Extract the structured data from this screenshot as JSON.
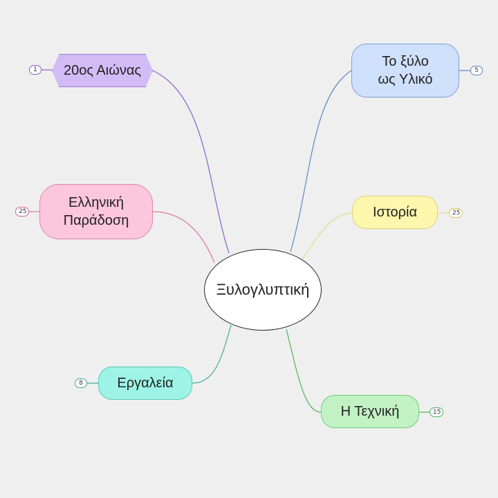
{
  "central": {
    "label": "Ξυλογλυπτική"
  },
  "topics": [
    {
      "id": "20c",
      "label": "20ος Αιώνας",
      "badge": "1",
      "color": "#8e5ac8"
    },
    {
      "id": "wood",
      "label": "Το ξύλο\nως Υλικό",
      "badge": "5",
      "color": "#5d86c4"
    },
    {
      "id": "greek",
      "label": "Ελληνική\nΠαράδοση",
      "badge": "25",
      "color": "#d977a6"
    },
    {
      "id": "history",
      "label": "Ιστορία",
      "badge": "25",
      "color": "#e8d98a"
    },
    {
      "id": "tools",
      "label": "Εργαλεία",
      "badge": "8",
      "color": "#3faa8f"
    },
    {
      "id": "technique",
      "label": "Η Τεχνική",
      "badge": "15",
      "color": "#4fb15a"
    }
  ]
}
